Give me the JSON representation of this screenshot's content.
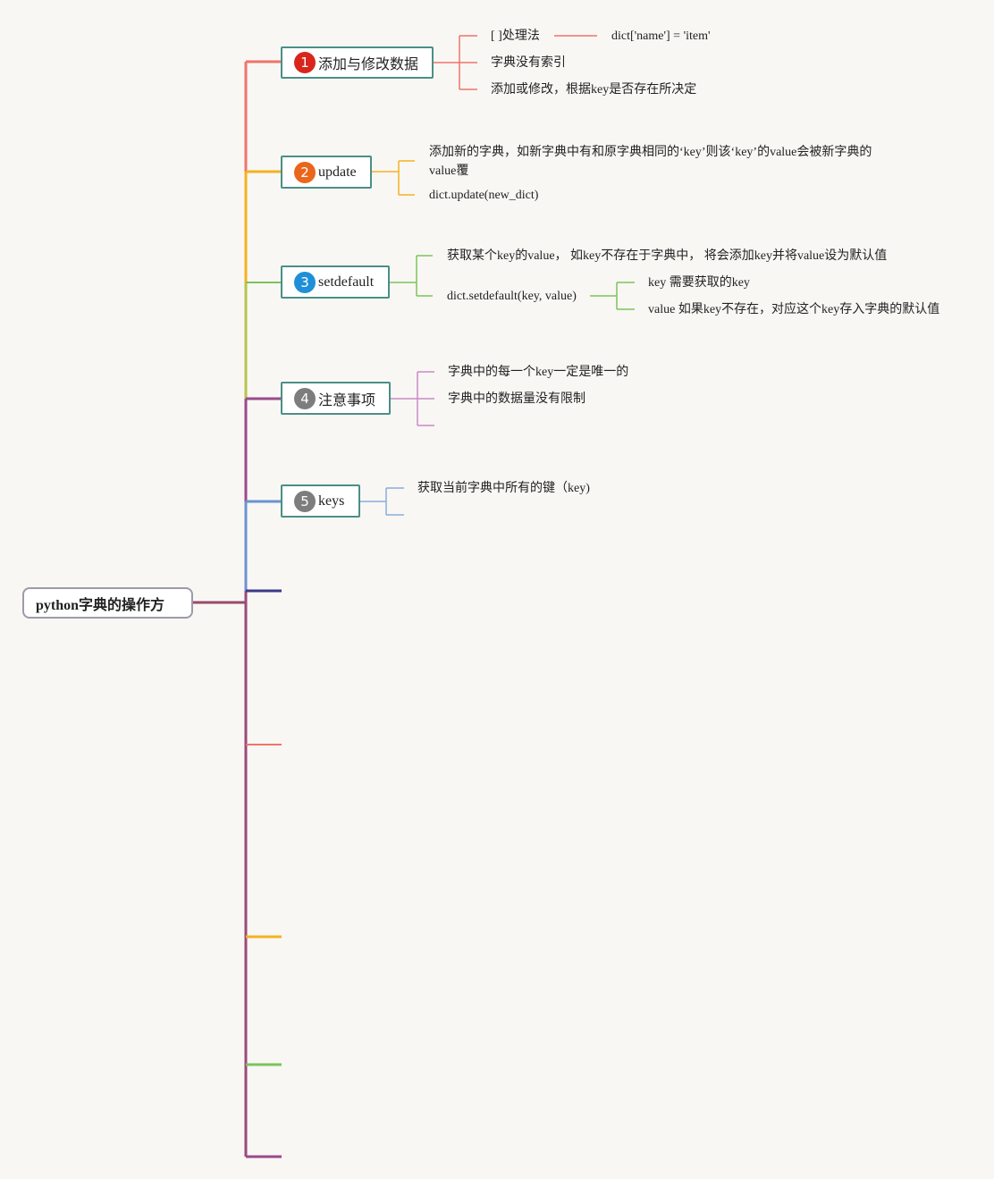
{
  "root": {
    "label": "python字典的操作方"
  },
  "colors": {
    "node_border": "#4a8f86",
    "branch1": "#f07468",
    "branch2": "#f5b21f",
    "branch3": "#7cc35a",
    "branch4": "#9a4a8c",
    "branch5": "#6b93d0",
    "extra_navy": "#3d3a8a",
    "leaf_branch4": "#c98ac6"
  },
  "branches": [
    {
      "label": "添加与修改数据",
      "badge": "1",
      "badge_color": "#d8261c",
      "icon": "number-1-badge",
      "children": [
        {
          "text": "[ ]处理法",
          "child": "dict['name'] = 'item'"
        },
        {
          "text": "字典没有索引"
        },
        {
          "text": "添加或修改，根据key是否存在所决定"
        }
      ]
    },
    {
      "label": "update",
      "badge": "2",
      "badge_color": "#e9661c",
      "icon": "number-2-badge",
      "children": [
        {
          "text": "添加新的字典，如新字典中有和原字典相同的‘key’则该‘key’的value会被新字典的value覆"
        },
        {
          "text": "dict.update(new_dict)"
        }
      ]
    },
    {
      "label": "setdefault",
      "badge": "3",
      "badge_color": "#1f8fd8",
      "icon": "number-3-badge",
      "children": [
        {
          "text": "获取某个key的value， 如key不存在于字典中， 将会添加key并将value设为默认值"
        },
        {
          "text": "dict.setdefault(key, value)",
          "sub": [
            "key 需要获取的key",
            "value 如果key不存在，对应这个key存入字典的默认值"
          ]
        }
      ]
    },
    {
      "label": "注意事项",
      "badge": "4",
      "badge_color": "#7d7d7d",
      "icon": "number-4-badge",
      "children": [
        {
          "text": "字典中的每一个key一定是唯一的"
        },
        {
          "text": "字典中的数据量没有限制"
        }
      ]
    },
    {
      "label": "keys",
      "badge": "5",
      "badge_color": "#7d7d7d",
      "icon": "number-5-badge",
      "children": [
        {
          "text": "获取当前字典中所有的键（key)"
        }
      ]
    }
  ]
}
